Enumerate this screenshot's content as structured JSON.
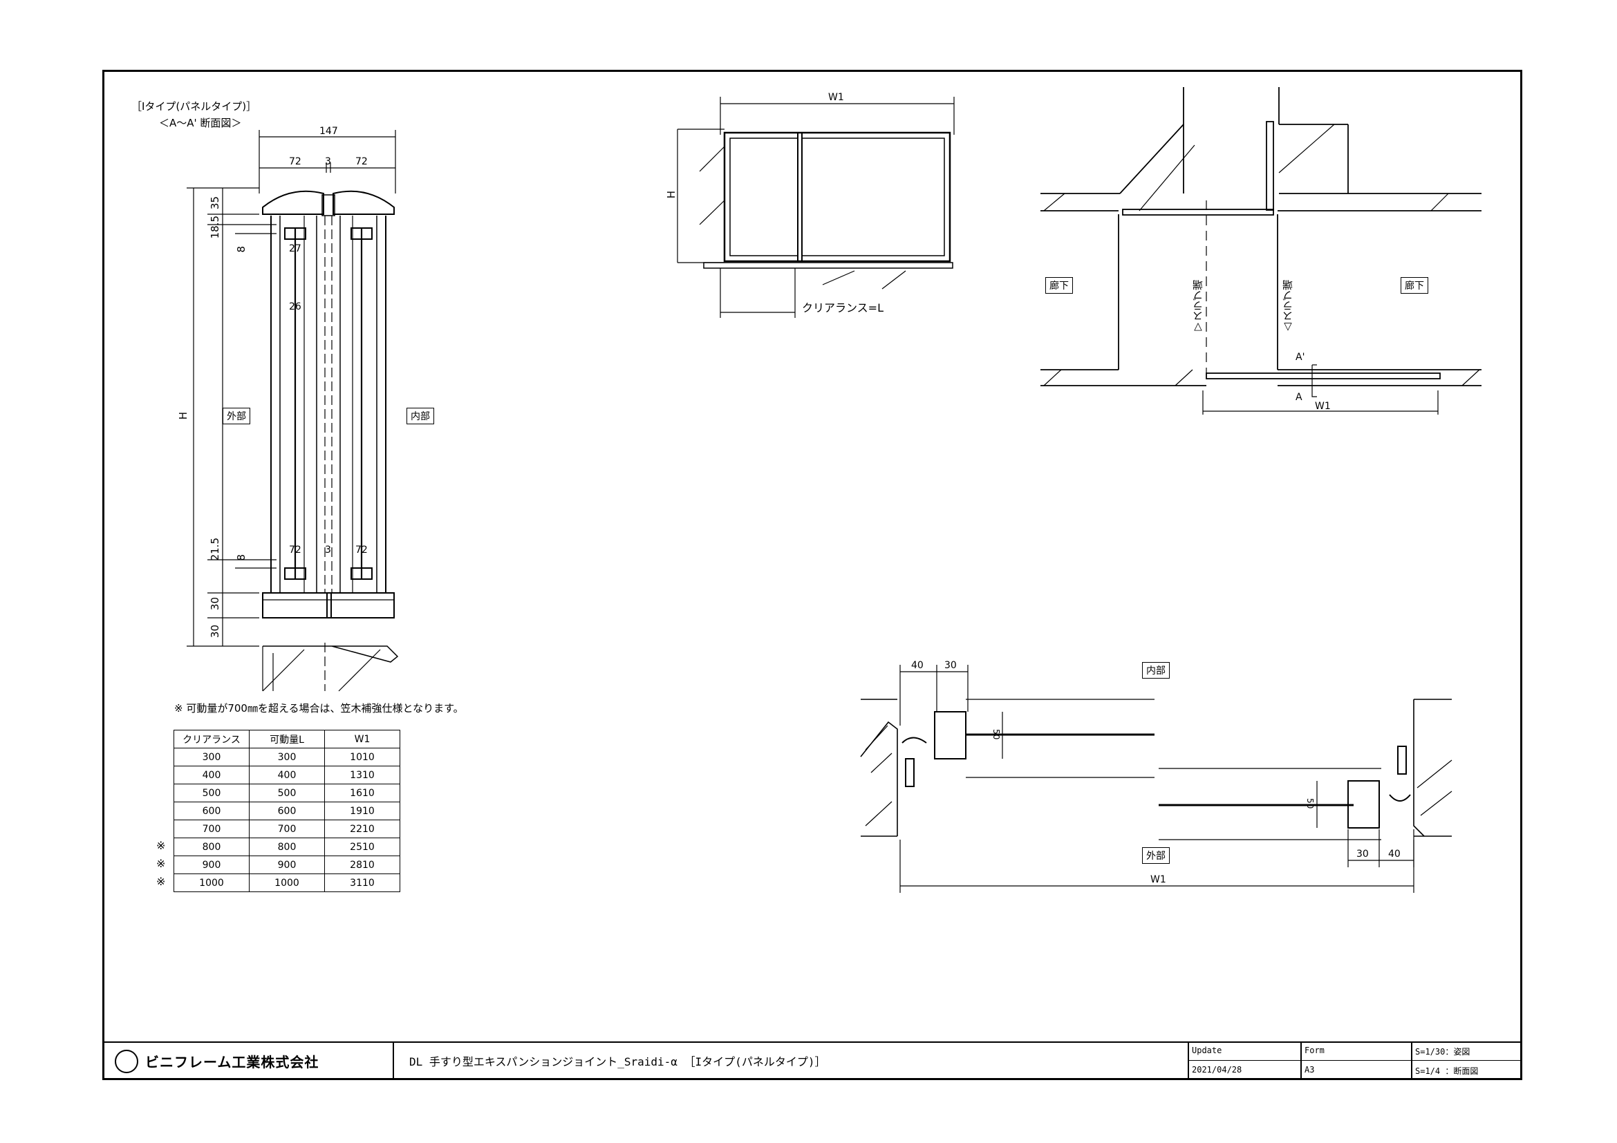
{
  "section_view": {
    "title": "［Iタイプ(パネルタイプ)］",
    "subtitle": "＜A～A' 断面図＞",
    "dim_top_total": "147",
    "dim_top_left": "72",
    "dim_top_mid": "3",
    "dim_top_right": "72",
    "dim_35": "35",
    "dim_18_5": "18.5",
    "dim_8_top": "8",
    "dim_27": "27",
    "dim_26": "26",
    "dim_h": "H",
    "label_outer": "外部",
    "label_inner": "内部",
    "dim_21_5": "21.5",
    "dim_8_bottom": "8",
    "dim_bot_left": "72",
    "dim_bot_mid": "3",
    "dim_bot_right": "72",
    "dim_30a": "30",
    "dim_30b": "30"
  },
  "note": "※ 可動量が700㎜を超える場合は、笠木補強仕様となります。",
  "spec_table": {
    "headers": [
      "クリアランス",
      "可動量L",
      "W1"
    ],
    "rows": [
      {
        "mark": "",
        "values": [
          "300",
          "300",
          "1010"
        ]
      },
      {
        "mark": "",
        "values": [
          "400",
          "400",
          "1310"
        ]
      },
      {
        "mark": "",
        "values": [
          "500",
          "500",
          "1610"
        ]
      },
      {
        "mark": "",
        "values": [
          "600",
          "600",
          "1910"
        ]
      },
      {
        "mark": "",
        "values": [
          "700",
          "700",
          "2210"
        ]
      },
      {
        "mark": "※",
        "values": [
          "800",
          "800",
          "2510"
        ]
      },
      {
        "mark": "※",
        "values": [
          "900",
          "900",
          "2810"
        ]
      },
      {
        "mark": "※",
        "values": [
          "1000",
          "1000",
          "3110"
        ]
      }
    ]
  },
  "elevation": {
    "dim_w1": "W1",
    "dim_h": "H",
    "clearance_label": "クリアランス=L"
  },
  "plan_view": {
    "label_corridor_left": "廊下",
    "label_corridor_right": "廊下",
    "slab_end_left": "▽スラブ端",
    "slab_end_right": "△スラブ端",
    "section_a_prime": "A'",
    "section_a": "A",
    "dim_w1": "W1"
  },
  "detail_view": {
    "dim_40_top": "40",
    "dim_30_top": "30",
    "label_inner": "内部",
    "label_outer": "外部",
    "dim_50_left": "50",
    "dim_50_right": "50",
    "dim_30_bottom": "30",
    "dim_40_bottom": "40",
    "dim_w1": "W1"
  },
  "title_block": {
    "company": "ビニフレーム工業株式会社",
    "drawing_title": "DL 手すり型エキスパンションジョイント_Sraidi-α ［Iタイプ(パネルタイプ)］",
    "update_label": "Update",
    "update_value": "2021/04/28",
    "form_label": "Form",
    "form_value": "A3",
    "scale_1": "S=1/30：姿図",
    "scale_2": "S=1/4 ：断面図"
  }
}
